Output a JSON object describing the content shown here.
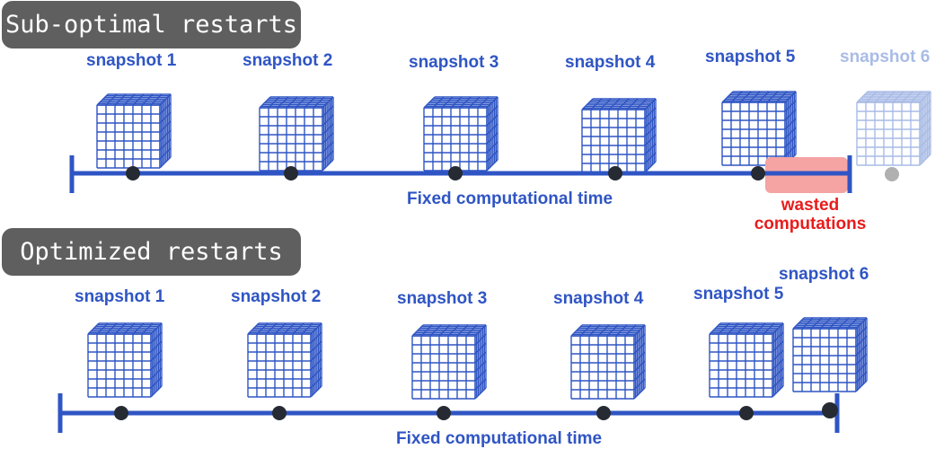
{
  "top": {
    "title": "Sub-optimal restarts",
    "snapshots": [
      "snapshot 1",
      "snapshot 2",
      "snapshot 3",
      "snapshot 4",
      "snapshot 5",
      "snapshot 6"
    ],
    "time_label": "Fixed computational time",
    "wasted_label_line1": "wasted",
    "wasted_label_line2": "computations"
  },
  "bottom": {
    "title": "Optimized restarts",
    "snapshots": [
      "snapshot 1",
      "snapshot 2",
      "snapshot 3",
      "snapshot 4",
      "snapshot 5",
      "snapshot 6"
    ],
    "time_label": "Fixed computational time"
  },
  "colors": {
    "timeline": "#2f55c4",
    "cube": "#2f55c4",
    "cube_faded": "#a9bbe6",
    "dot": "#262a33",
    "dot_faded": "#b0b0b0",
    "wasted_fill": "#f5a3a3",
    "wasted_text": "#e81c1c",
    "badge": "#5f5f5f"
  }
}
